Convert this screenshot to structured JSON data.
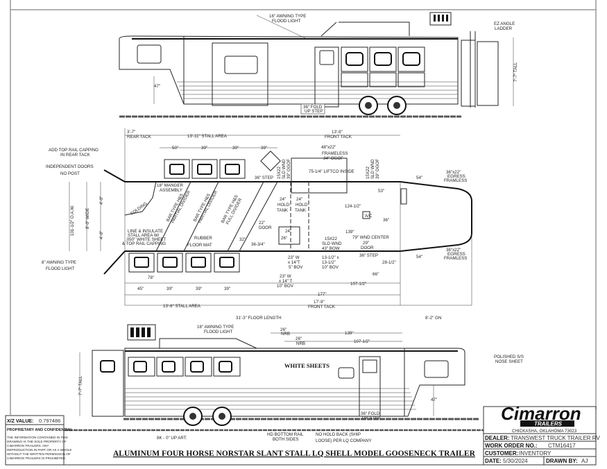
{
  "top_view": {
    "flood_light": "16\" AWNING TYPE",
    "flood_light2": "FLOOD LIGHT",
    "ladder": "EZ ANGLE",
    "ladder2": "LADDER",
    "tall": "7'-7\" TALL",
    "gn_height": "47\"",
    "step": "36\" FOLD",
    "step2": "UP STEP"
  },
  "plan": {
    "rear_tack": "3'-7\"",
    "rear_tack2": "REAR TACK",
    "stall_area_top": "13'-11\" STALL AREA",
    "front_tack": "13'-9\"",
    "front_tack2": "FRONT TACK",
    "d50": "50\"",
    "d39a": "39\"",
    "d39b": "39\"",
    "d39c": "39\"",
    "window_48": "48\"x22\"",
    "frameless": "FRAMELESS",
    "ogof34": "34\" OGOF",
    "liftco": "75-1/4\" LIFTCO INSIDE",
    "sld_left": "15X22",
    "sld_left2": "SLD WND",
    "sld_left3": "39\" OGOF",
    "sld_right": "15X22",
    "sld_right2": "SLD WND",
    "sld_right3": "39\" OGOF",
    "step36_top": "36\" STEP",
    "add_top_rail": "ADD TOP RAIL CAPPING",
    "add_top_rail2": "IN REAR TACK",
    "indep_doors": "INDEPENDENT DOORS",
    "indep_doors2": "NO POST",
    "manger": "18\" MANGER",
    "manger2": "ASSEMBLY",
    "folding": "FOLDING",
    "oaw": "101-1/2\" O.A.W.",
    "wide": "8'-0\" WIDE",
    "half_a": "4'-0\"",
    "half_b": "4'-0\"",
    "divider1": "BAR TYPE H&S",
    "divider1b": "PARTIAL DIVIDER",
    "divider2": "BAR TYPE H&S",
    "divider2b": "PARTIAL DIVIDER",
    "divider3": "BAR TYPE H&S",
    "divider3b": "FULL DIVIDER",
    "line_insulate": "LINE & INSULATE",
    "line_insulate2": "STALL AREA W/",
    "line_insulate3": ".050\" WHITE SHEET",
    "line_insulate4": "& TOP RAIL CAPPING",
    "rubber": "RUBBER",
    "rubber2": "FLOOR MAT",
    "awning8": "8\" AWNING TYPE",
    "awning8b": "FLOOD LIGHT",
    "hold1": "24\"",
    "hold1b": "HOLD",
    "hold1c": "TANK",
    "hold2": "24\"",
    "hold2b": "HOLD",
    "hold2c": "TANK",
    "d124": "124-1/2\"",
    "d53": "53\"",
    "ac": "A/C",
    "d36": "36\"",
    "door22": "22\"",
    "door22b": "DOOR",
    "d32": "32\"",
    "d36_34": "36-3/4\"",
    "d24": "24\"",
    "d26": "26\"",
    "d139": "139\"",
    "wnd_center": "79\" WND CENTER",
    "door29": "29\"",
    "door29b": "DOOR",
    "sld_bottom": "15X22",
    "sld_bottom2": "SLD WND",
    "sld_bottom3": "43\" BOW",
    "step36_bottom": "36\" STEP",
    "d28": "28-1/2\"",
    "win23a": "23\" W",
    "win23a2": "x 14\"T",
    "win23a3": "5\" BOV",
    "win13": "13-1/2\" x",
    "win13b": "13-1/2\"",
    "win13c": "10\" BOV",
    "d66": "66\"",
    "win23b": "23\" W",
    "win23b2": "x 14\" T",
    "win23b3": "10\" BOV",
    "d107": "107-1/2\"",
    "d177": "177\"",
    "d78": "78\"",
    "b45": "45\"",
    "b39a": "39\"",
    "b39b": "39\"",
    "b39c": "39\"",
    "stall_area_bottom": "13'-6\" STALL AREA",
    "front_tack_b": "17'-9\"",
    "front_tack_b2": "FRONT TACK",
    "floor_length": "31'-3\" FLOOR LENGTH",
    "gn": "8'-2\" GN",
    "d54a": "54\"",
    "egress_a": "36\"x22\"",
    "egress_a2": "EGRESS",
    "egress_a3": "FRAMLESS",
    "d54b": "54\"",
    "egress_b": "36\"x22\"",
    "egress_b2": "EGRESS",
    "egress_b3": "FRAMLESS"
  },
  "side_view": {
    "flood": "16\" AWNING TYPE",
    "flood2": "FLOOD LIGHT",
    "nrb1": "26\"",
    "nrb1b": "NRB",
    "nrb2": "26\"",
    "nrb2b": "NRB",
    "d139": "139\"",
    "d107": "107-1/2\"",
    "white_sheets": "WHITE SHEETS",
    "tall": "7'-7\" TALL",
    "gn_height": "47\"",
    "nose": "POLISHED S/S",
    "nose2": "NOSE SHEET",
    "step": "36\" FOLD",
    "step2": "UP STEP",
    "axle": "8K - 0\" UP ART.",
    "rail": "HD BOTTOM RAIL",
    "rail2": "BOTH SIDES",
    "holdback": "NO HOLD BACK (SHIP",
    "holdback2": "LOOSE) PER LQ COMPANY"
  },
  "title_block": {
    "xz_label": "X/Z VALUE:",
    "xz_value": "0.797486",
    "prop_title": "PROPRIETARY AND CONFIDENTIAL",
    "prop_1": "THE INFORMATION CONTAINED IN THIS",
    "prop_2": "DRAWING IS THE SOLE PROPERTY OF",
    "prop_3": "CIMARRON TRAILERS.  ANY",
    "prop_4": "REPRODUCTION IN PART OR AS A WHOLE",
    "prop_5": "WITHOUT THE WRITTEN PERMISSION OF",
    "prop_6": "CIMARRON TRAILERS IS PROHIBITED.",
    "drawing_title": "ALUMINUM FOUR HORSE NORSTAR SLANT STALL LQ SHELL MODEL GOOSENECK TRAILER",
    "logo": "Cimarron",
    "logo_sub": "TRAILERS",
    "location": "CHICKASHA, OKLAHOMA 73023",
    "dealer_label": "DEALER:",
    "dealer": "TRANSWEST TRUCK TRAILER RV",
    "wo_label": "WORK ORDER NO.:",
    "wo": "CTM16417",
    "customer_label": "CUSTOMER:",
    "customer": "INVENTORY",
    "date_label": "DATE:",
    "date": "5/30/2024",
    "drawn_label": "DRAWN BY:",
    "drawn": "AJ"
  }
}
